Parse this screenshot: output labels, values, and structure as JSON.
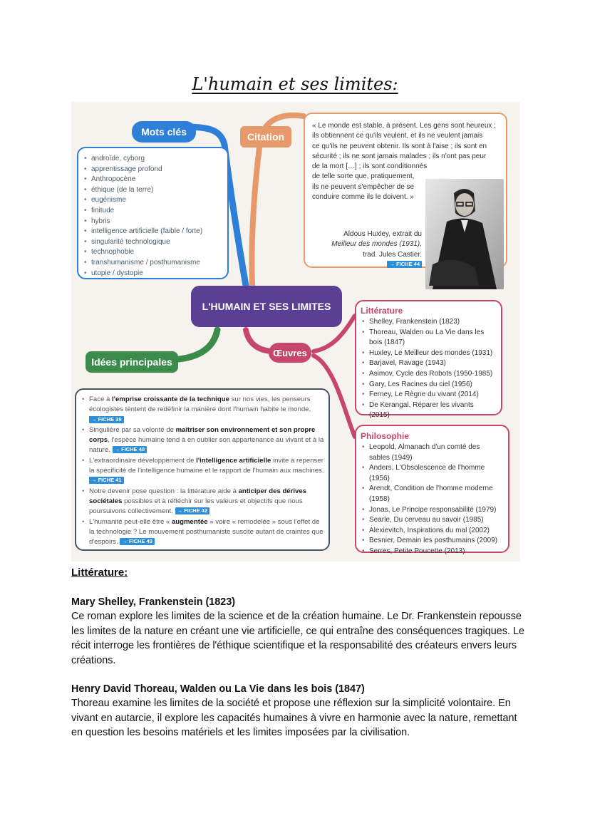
{
  "title": "L'humain et ses limites:",
  "mindmap": {
    "center": "L'HUMAIN ET SES LIMITES",
    "keywords_label": "Mots clés",
    "keywords": [
      "androïde, cyborg",
      "apprentissage profond",
      "Anthropocène",
      "éthique (de la terre)",
      "eugénisme",
      "finitude",
      "hybris",
      "intelligence artificielle (faible / forte)",
      "singularité technologique",
      "technophobie",
      "transhumanisme / posthumanisme",
      "utopie / dystopie"
    ],
    "citation_label": "Citation",
    "quote_lines": [
      "« Le monde est stable, à présent. Les gens sont heureux ;",
      "ils obtiennent ce qu'ils veulent, et ils ne veulent jamais",
      "ce qu'ils ne peuvent obtenir. Ils sont à l'aise ; ils sont en",
      "sécurité ; ils ne sont jamais malades ; ils n'ont pas peur",
      "de la mort […] ; ils sont conditionnés",
      "de telle sorte que, pratiquement,",
      "ils ne peuvent s'empêcher de se",
      "conduire comme ils le doivent. »"
    ],
    "quote_author_lines": [
      "Aldous Huxley, extrait du",
      "Meilleur des mondes (1931),",
      "trad. Jules Castier."
    ],
    "quote_fiche": "→ FICHE 44",
    "oeuvres_label": "Œuvres",
    "literature_label": "Littérature",
    "literature": [
      "Shelley, Frankenstein (1823)",
      "Thoreau, Walden ou La Vie dans les bois (1847)",
      "Huxley, Le Meilleur des mondes (1931)",
      "Barjavel, Ravage (1943)",
      "Asimov, Cycle des Robots (1950-1985)",
      "Gary, Les Racines du ciel (1956)",
      "Ferney, Le Règne du vivant (2014)",
      "De Kerangal, Réparer les vivants (2015)"
    ],
    "philosophy_label": "Philosophie",
    "philosophy": [
      "Leopold, Almanach d'un comté des sables (1949)",
      "Anders, L'Obsolescence de l'homme (1956)",
      "Arendt, Condition de l'homme moderne (1958)",
      "Jonas, Le Principe responsabilité (1979)",
      "Searle, Du cerveau au savoir (1985)",
      "Alexievitch, Inspirations du mal (2002)",
      "Besnier, Demain les posthumains (2009)",
      "Serres, Petite Poucette (2013)"
    ],
    "ideas_label": "Idées principales",
    "ideas": [
      {
        "pre": "Face à ",
        "bold": "l'emprise croissante de la technique",
        "post": " sur nos vies, les penseurs écologistes tentent de redéfinir la manière dont l'humain habite le monde. ",
        "fiche": "→ FICHE 39"
      },
      {
        "pre": "Singulière par sa volonté de ",
        "bold": "maîtriser son environnement et son propre corps",
        "post": ", l'espèce humaine tend à en oublier son appartenance au vivant et à la nature. ",
        "fiche": "→ FICHE 40"
      },
      {
        "pre": "L'extraordinaire développement de ",
        "bold": "l'intelligence artificielle",
        "post": " invite à repenser la spécificité de l'intelligence humaine et le rapport de l'humain aux machines. ",
        "fiche": "→ FICHE 41"
      },
      {
        "pre": "Notre devenir pose question : la littérature aide à ",
        "bold": "anticiper des dérives sociétales",
        "post": " possibles et à réfléchir sur les valeurs et objectifs que nous poursuivons collectivement. ",
        "fiche": "→ FICHE 42"
      },
      {
        "pre": "L'humanité peut-elle être « ",
        "bold": "augmentée",
        "post": " » voire « remodelée » sous l'effet de la technologie ? Le mouvement posthumaniste suscite autant de craintes que d'espoirs. ",
        "fiche": "→ FICHE 43"
      }
    ]
  },
  "section_title": "Littérature:",
  "books": [
    {
      "title": "Mary Shelley, Frankenstein (1823)",
      "text": "Ce roman explore les limites de la science et de la création humaine. Le Dr. Frankenstein repousse les limites de la nature en créant une vie artificielle, ce qui entraîne des conséquences tragiques. Le récit interroge les frontières de l'éthique scientifique et la responsabilité des créateurs envers leurs créations."
    },
    {
      "title": "Henry David Thoreau, Walden ou La Vie dans les bois (1847)",
      "text": "Thoreau examine les limites de la société et propose une réflexion sur la simplicité volontaire. En vivant en autarcie, il explore les capacités humaines à vivre en harmonie avec la nature, remettant en question les besoins matériels et les limites imposées par la civilisation."
    }
  ],
  "colors": {
    "keywords": "#2e7fd8",
    "citation": "#e69a6b",
    "center": "#5a3f94",
    "oeuvres": "#c6476b",
    "ideas": "#3b8c4a"
  }
}
